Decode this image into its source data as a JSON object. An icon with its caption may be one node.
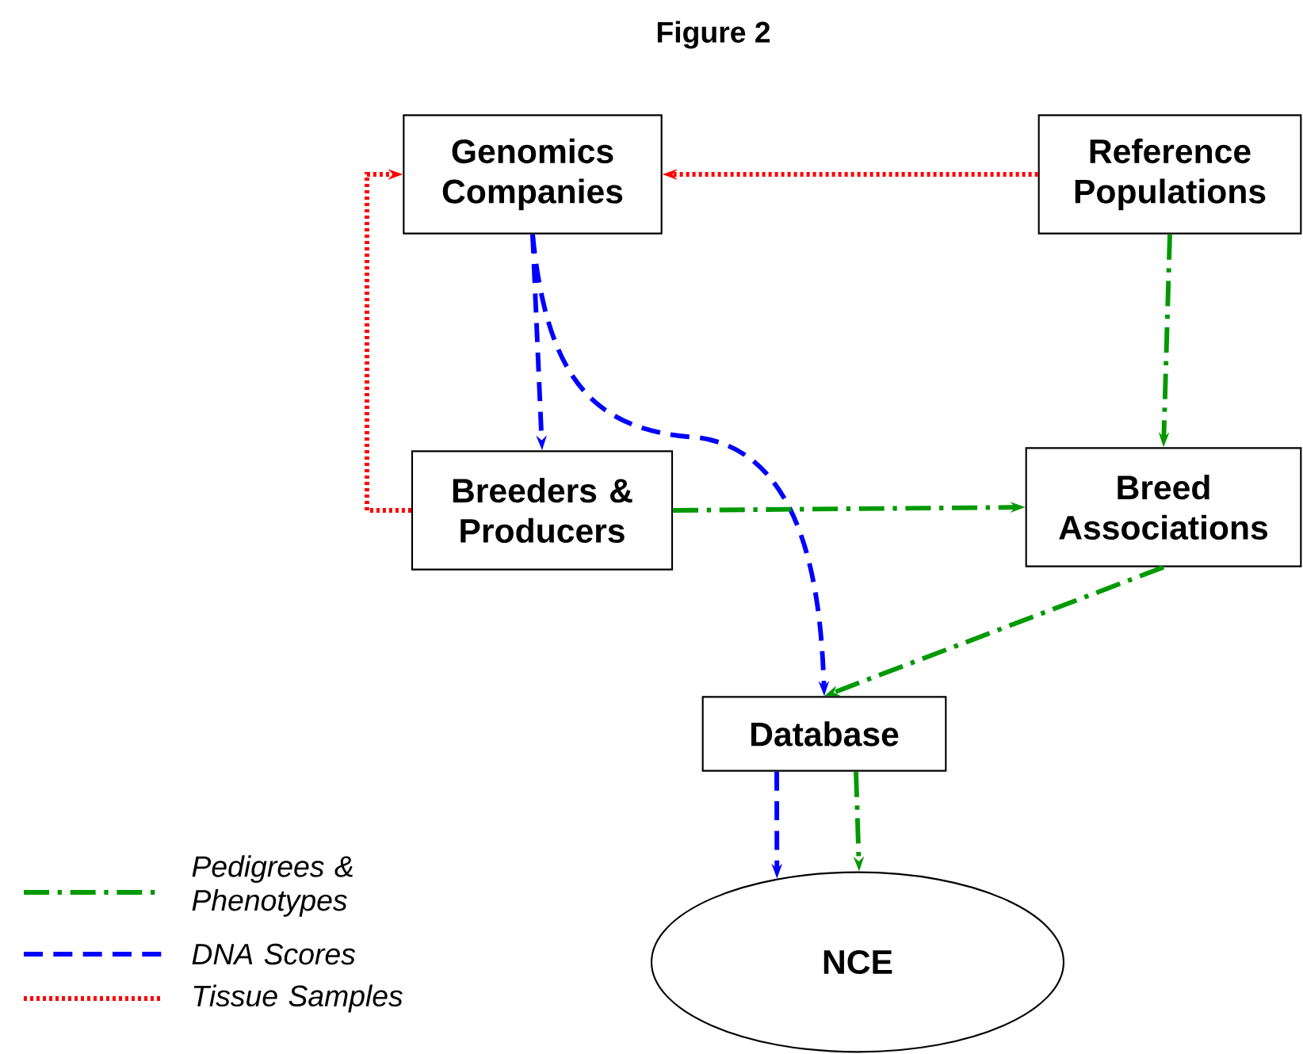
{
  "diagram": {
    "title": "Figure 2",
    "nodes": [
      {
        "text": [
          "Genomics Companies"
        ]
      },
      {
        "text": [
          "Reference Populations"
        ]
      },
      {
        "text": [
          "Breeders & Producers"
        ]
      },
      {
        "text": [
          "Breed Associations"
        ]
      },
      {
        "text": [
          "Database"
        ]
      },
      {
        "text": [
          "NCE"
        ]
      }
    ],
    "edges": [
      {
        "from": 1,
        "to": 0,
        "arrow": "to",
        "color": "#ff0000"
      },
      {
        "from": 2,
        "to": 0,
        "arrow": "to",
        "color": "#ff0000"
      },
      {
        "from": 0,
        "to": 2,
        "arrow": "to",
        "style": "dashed",
        "color": "#0000ff"
      },
      {
        "from": 0,
        "to": 4,
        "arrow": "to",
        "style": "dashed",
        "color": "#0000ff"
      },
      {
        "from": 1,
        "to": 3,
        "arrow": "to",
        "color": "#009900"
      },
      {
        "from": 2,
        "to": 3,
        "arrow": "to",
        "color": "#009900"
      },
      {
        "from": 3,
        "to": 4,
        "arrow": "to",
        "color": "#009900"
      },
      {
        "from": 4,
        "to": 5,
        "arrow": "to",
        "style": "dashed",
        "color": "#0000ff"
      },
      {
        "from": 4,
        "to": 5,
        "arrow": "to",
        "color": "#009900"
      }
    ],
    "legend": [
      {
        "text": "Pedigrees & Phenotypes"
      },
      {
        "text": "DNA Scores"
      },
      {
        "text": "Tissue Samples"
      }
    ]
  }
}
